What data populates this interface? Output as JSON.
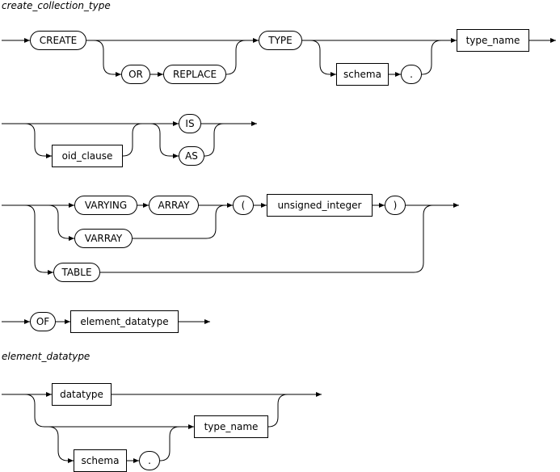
{
  "rules": {
    "create_collection_type": "create_collection_type",
    "element_datatype": "element_datatype"
  },
  "tokens": {
    "create": "CREATE",
    "or": "OR",
    "replace": "REPLACE",
    "type": "TYPE",
    "schema_1": "schema",
    "dot_1": ".",
    "type_name_1": "type_name",
    "oid_clause": "oid_clause",
    "is": "IS",
    "as": "AS",
    "varying": "VARYING",
    "array": "ARRAY",
    "varray": "VARRAY",
    "table": "TABLE",
    "lparen": "(",
    "unsigned_integer": "unsigned_integer",
    "rparen": ")",
    "of": "OF",
    "element_datatype_ref": "element_datatype",
    "datatype": "datatype",
    "type_name_2": "type_name",
    "schema_2": "schema",
    "dot_2": "."
  }
}
